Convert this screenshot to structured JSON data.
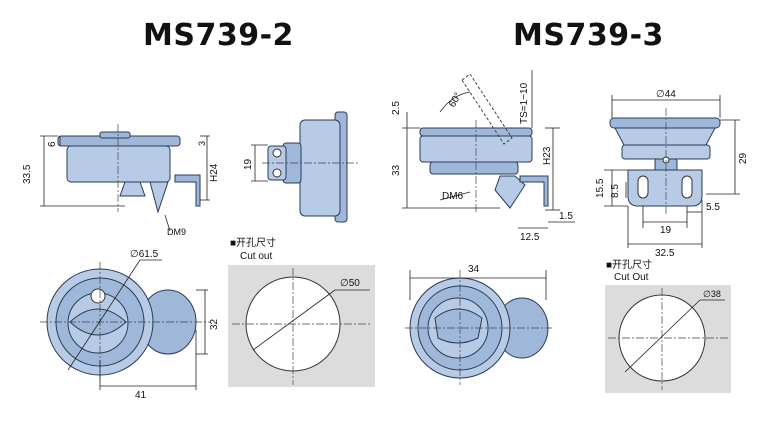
{
  "titles": {
    "left": "MS739-2",
    "right": "MS739-3"
  },
  "left": {
    "side_dims": {
      "overall_height": "33.5",
      "flange": "6",
      "top": "3",
      "handle": "H24",
      "dm": "DM9"
    },
    "profile_dims": {
      "height": "19"
    },
    "front_dims": {
      "diameter": "∅61.5",
      "height": "32",
      "width": "41"
    },
    "cutout": {
      "label_cn": "■开孔尺寸",
      "label_en": "Cut  out",
      "diameter": "∅50"
    }
  },
  "right": {
    "side_dims": {
      "top": "2.5",
      "angle": "60°",
      "ts": "TS=1~10",
      "overall_height": "33",
      "handle": "H23",
      "dm": "DM6",
      "thickness": "1.5",
      "offset": "12.5"
    },
    "profile_dims": {
      "diameter": "∅44",
      "height": "29",
      "base": "15.5",
      "slot": "8.5",
      "center": "19",
      "edge": "5.5",
      "width": "32.5"
    },
    "front_dims": {
      "width": "34"
    },
    "cutout": {
      "label_cn": "■开孔尺寸",
      "label_en": "Cut Out",
      "diameter": "∅38"
    }
  },
  "colors": {
    "part_fill": "#b7cbe6",
    "part_stroke": "#2a3d55",
    "cutout_plate": "#dcdcdc",
    "title": "#111111"
  }
}
